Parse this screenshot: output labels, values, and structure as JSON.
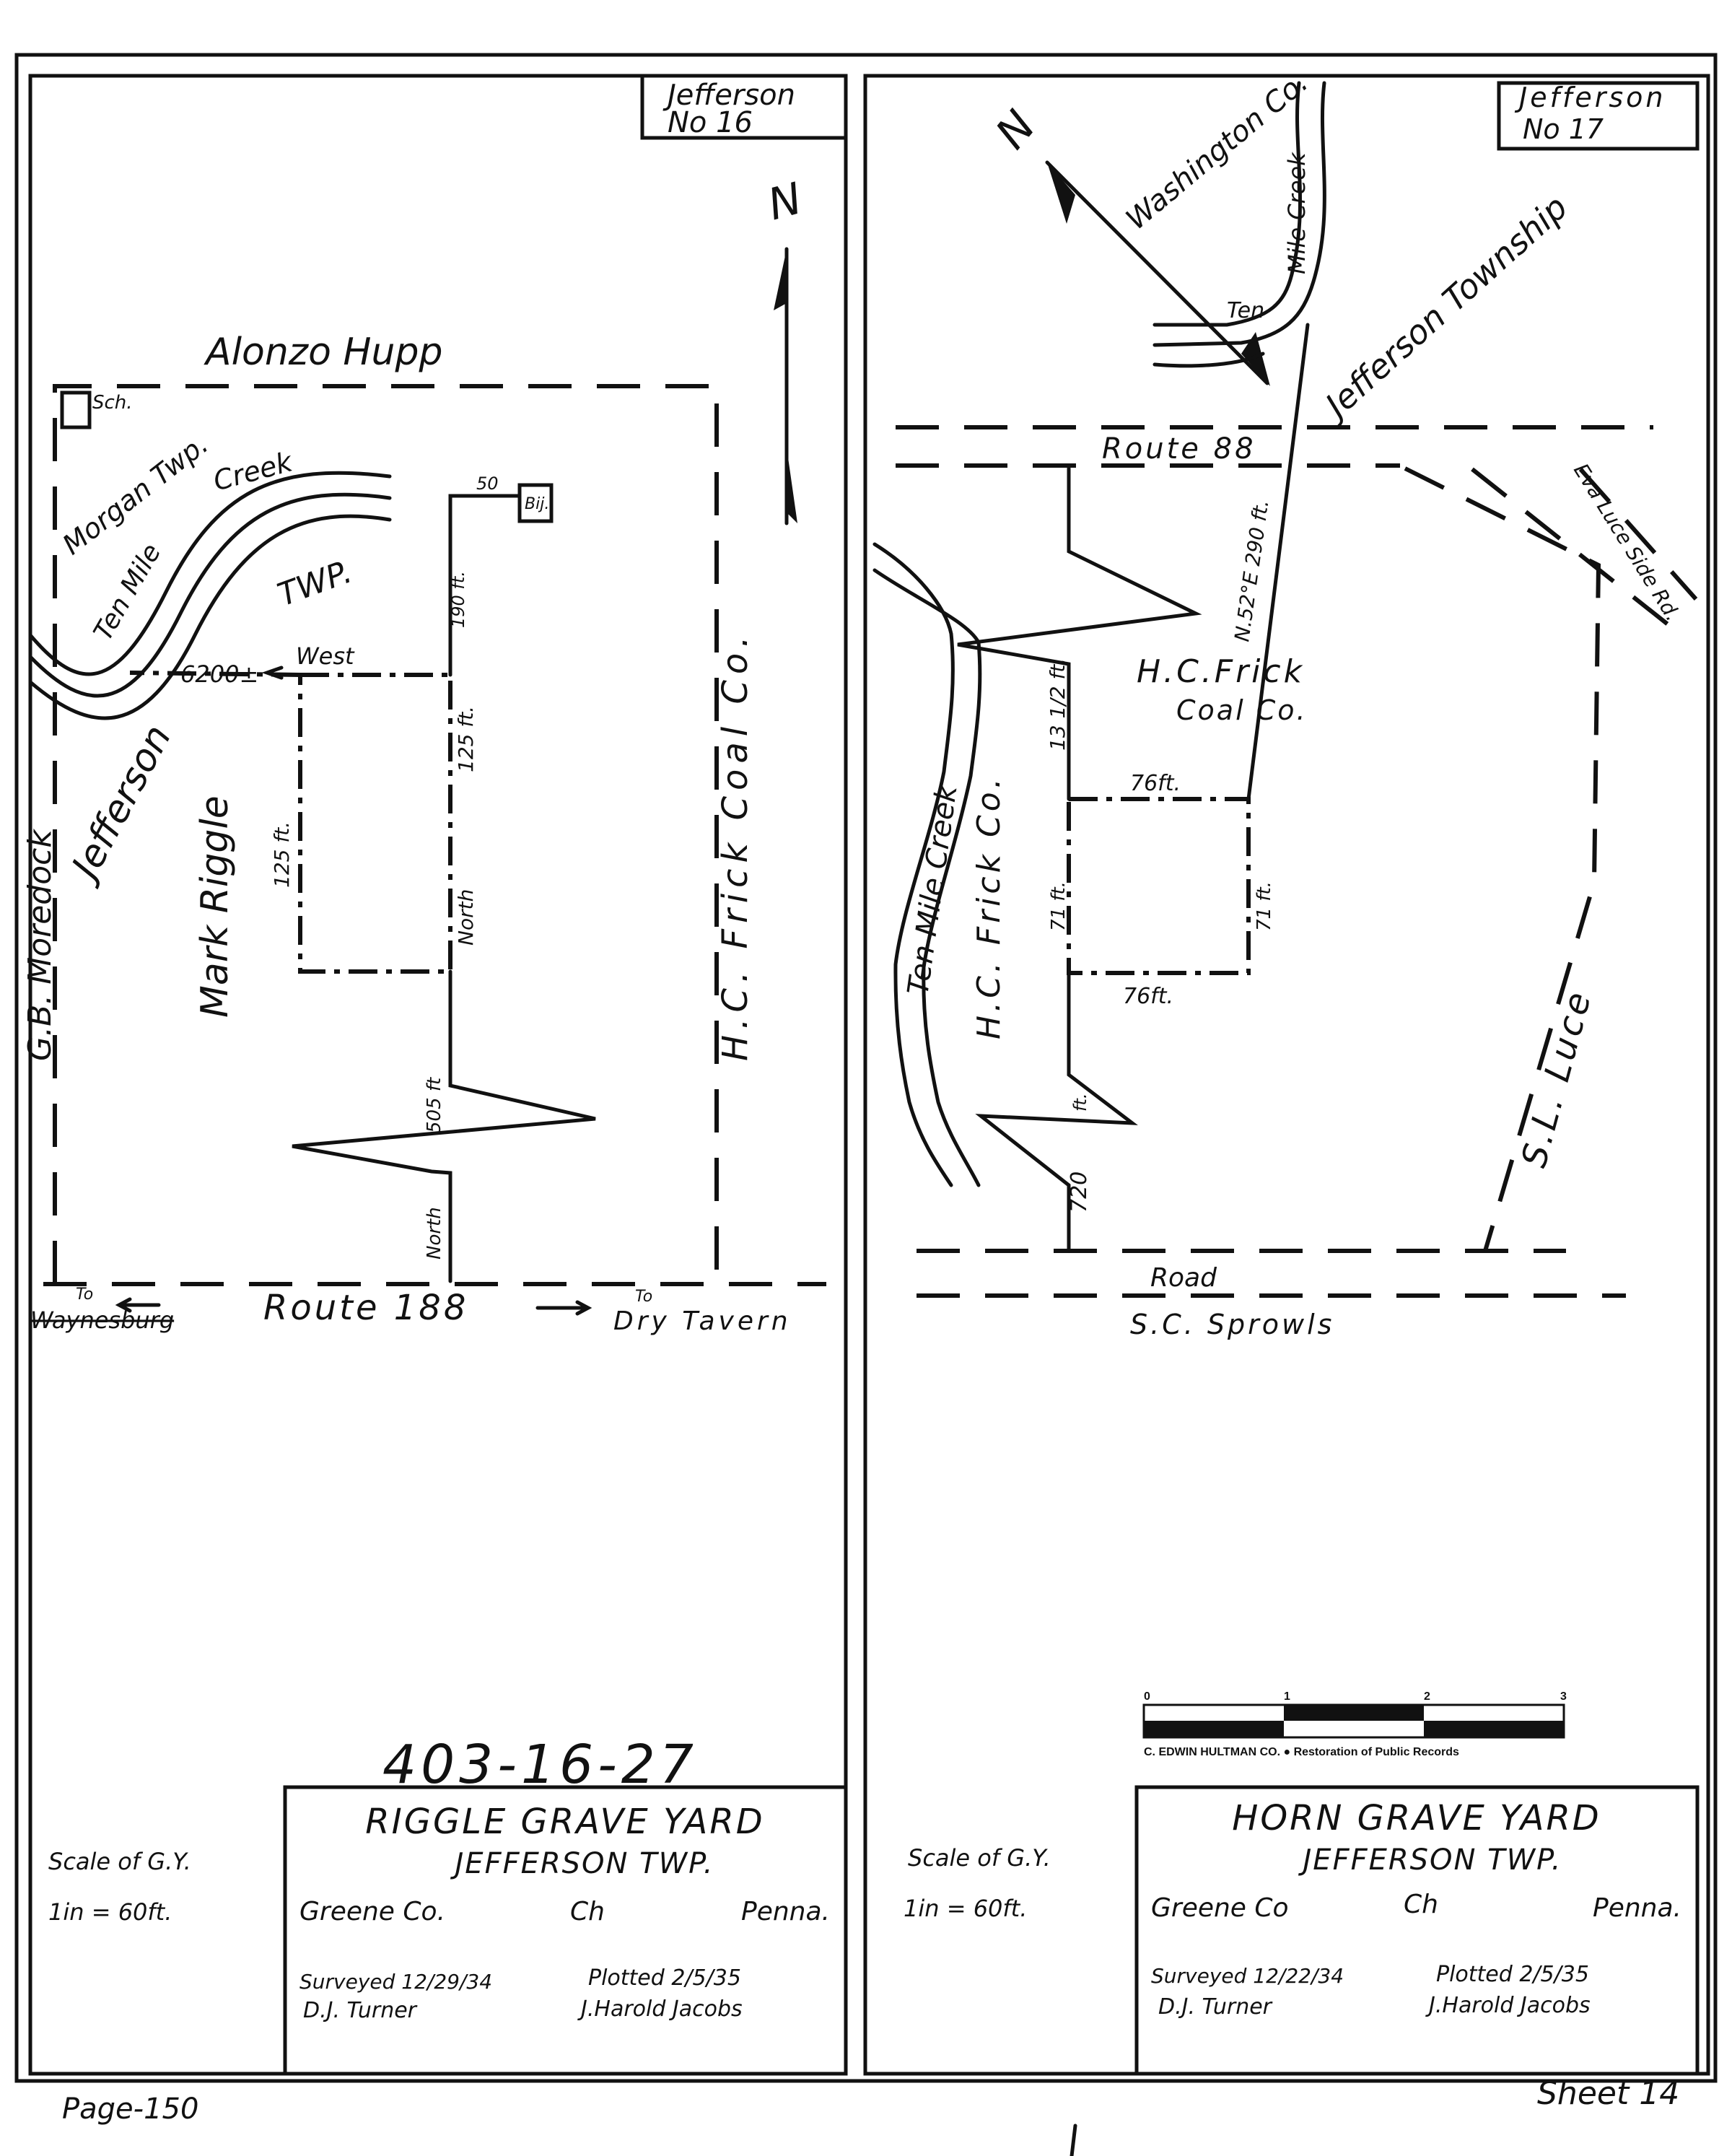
{
  "sheet": {
    "page_label": "Page-150",
    "sheet_label": "Sheet 14",
    "record_number": "403-16-27"
  },
  "left": {
    "tag_line1": "Jefferson",
    "tag_line2": "No 16",
    "north": "N",
    "labels": {
      "alonzo": "Alonzo   Hupp",
      "sch": "Sch.",
      "morgan": "Morgan Twp.",
      "creek": "Creek",
      "ten_mile": "Ten Mile",
      "twp": "TWP.",
      "dist_west": "6200±",
      "west": "West",
      "jefferson": "Jefferson",
      "moredock": "G.B. Moredock",
      "riggle": "Mark Riggle",
      "side_left": "125 ft.",
      "side_right": "125 ft.",
      "north1": "North",
      "d190": "190 ft.",
      "d50": "50",
      "bij": "Bij.",
      "d505": "505 ft",
      "north2": "North",
      "frick": "H.C. Frick  Coal  Co.",
      "to1": "To",
      "waynesburg": "Waynesburg",
      "route": "Route 188",
      "to2": "To",
      "dry_tavern": "Dry Tavern"
    },
    "scale_line1": "Scale of  G.Y.",
    "scale_line2": "1in = 60ft.",
    "title": {
      "name": "RIGGLE GRAVE YARD",
      "township": "JEFFERSON TWP.",
      "county": "Greene Co.",
      "mark": "Ch",
      "state": "Penna.",
      "surveyed": "Surveyed 12/29/34",
      "surveyor": "D.J. Turner",
      "plotted": "Plotted 2/5/35",
      "plotter": "J.Harold Jacobs"
    }
  },
  "right": {
    "tag_line1": "Jefferson",
    "tag_line2": "No 17",
    "north": "N",
    "labels": {
      "washington": "Washington Co.",
      "mile_creek": "Mile Creek",
      "ten": "Ten",
      "jefferson_twp": "Jefferson Township",
      "route": "Route 88",
      "bearing": "N.52°E 290 ft.",
      "eva": "Eva Luce Side Rd.",
      "frick1": "H.C.Frick",
      "frick2": "Coal Co.",
      "ten_mile_creek": "Ten Mile Creek",
      "frick_co": "H.C. Frick Co.",
      "d13": "13 1/2 ft.",
      "top": "76ft.",
      "bottom": "76ft.",
      "left_side": "71 ft.",
      "right_side": "71 ft.",
      "ft": "ft.",
      "d720": "720",
      "road": "Road",
      "sprowls": "S.C. Sprowls",
      "luce": "S.L. Luce"
    },
    "scale_bar": {
      "ticks": [
        "0",
        "1",
        "2",
        "3"
      ],
      "credit": "C. EDWIN HULTMAN CO.  ●  Restoration of Public Records"
    },
    "scale_line1": "Scale of  G.Y.",
    "scale_line2": "1in = 60ft.",
    "title": {
      "name": "HORN GRAVE  YARD",
      "township": "JEFFERSON TWP.",
      "county": "Greene Co",
      "mark": "Ch",
      "state": "Penna.",
      "surveyed": "Surveyed 12/22/34",
      "surveyor": "D.J. Turner",
      "plotted": "Plotted 2/5/35",
      "plotter": "J.Harold Jacobs"
    }
  }
}
